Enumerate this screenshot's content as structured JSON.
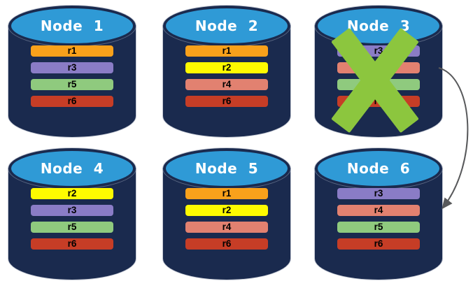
{
  "diagram": {
    "description": "Replicated database cluster: six nodes holding replica copies; Node 3 has failed (green cross) and its replicas fail over to Node 6 (arrow).",
    "nodes": [
      {
        "title": "Node 1",
        "failed": false,
        "replicas": [
          {
            "label": "r1",
            "color": "#F9A11B"
          },
          {
            "label": "r3",
            "color": "#8A7CC6"
          },
          {
            "label": "r5",
            "color": "#8FCA7E"
          },
          {
            "label": "r6",
            "color": "#C63D26"
          }
        ]
      },
      {
        "title": "Node 2",
        "failed": false,
        "replicas": [
          {
            "label": "r1",
            "color": "#F9A11B"
          },
          {
            "label": "r2",
            "color": "#FEFB00"
          },
          {
            "label": "r4",
            "color": "#E28170"
          },
          {
            "label": "r6",
            "color": "#C63D26"
          }
        ]
      },
      {
        "title": "Node 3",
        "failed": true,
        "replicas": [
          {
            "label": "r3",
            "color": "#8A7CC6"
          },
          {
            "label": "r4",
            "color": "#E28170"
          },
          {
            "label": "r5",
            "color": "#8FCA7E"
          },
          {
            "label": "r6",
            "color": "#C63D26"
          }
        ]
      },
      {
        "title": "Node 4",
        "failed": false,
        "replicas": [
          {
            "label": "r2",
            "color": "#FEFB00"
          },
          {
            "label": "r3",
            "color": "#8A7CC6"
          },
          {
            "label": "r5",
            "color": "#8FCA7E"
          },
          {
            "label": "r6",
            "color": "#C63D26"
          }
        ]
      },
      {
        "title": "Node 5",
        "failed": false,
        "replicas": [
          {
            "label": "r1",
            "color": "#F9A11B"
          },
          {
            "label": "r2",
            "color": "#FEFB00"
          },
          {
            "label": "r4",
            "color": "#E28170"
          },
          {
            "label": "r6",
            "color": "#C63D26"
          }
        ]
      },
      {
        "title": "Node 6",
        "failed": false,
        "replicas": [
          {
            "label": "r3",
            "color": "#8A7CC6"
          },
          {
            "label": "r4",
            "color": "#E28170"
          },
          {
            "label": "r5",
            "color": "#8FCA7E"
          },
          {
            "label": "r6",
            "color": "#C63D26"
          }
        ]
      }
    ],
    "arrow": {
      "from": "Node 3",
      "to": "Node 6"
    },
    "colors": {
      "cylinder_body": "#1A2A4E",
      "cylinder_top": "#2F9AD6",
      "title_text": "#FFFFFF",
      "bar_text": "#000000",
      "failure_cross": "#8CC63E",
      "arrow": "#58595B"
    }
  }
}
